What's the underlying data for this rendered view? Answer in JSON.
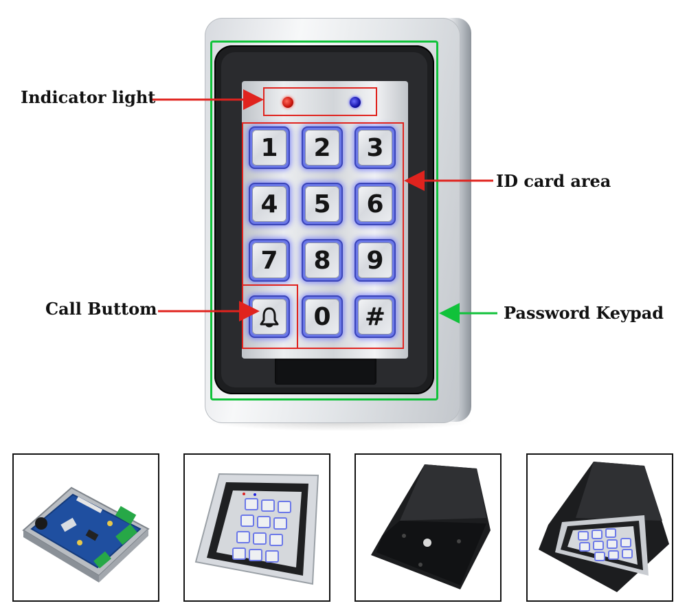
{
  "annotations": {
    "indicator_light": "Indicator light",
    "id_card_area": "ID card area",
    "call_button": "Call Buttom",
    "password_keypad": "Password Keypad"
  },
  "keypad": {
    "keys": [
      "1",
      "2",
      "3",
      "4",
      "5",
      "6",
      "7",
      "8",
      "9",
      "bell",
      "0",
      "#"
    ]
  },
  "colors": {
    "callout_red": "#e0231e",
    "callout_green": "#10c23a",
    "key_backlight": "#6b78e8"
  },
  "icons": {
    "call_key": "bell-icon"
  }
}
